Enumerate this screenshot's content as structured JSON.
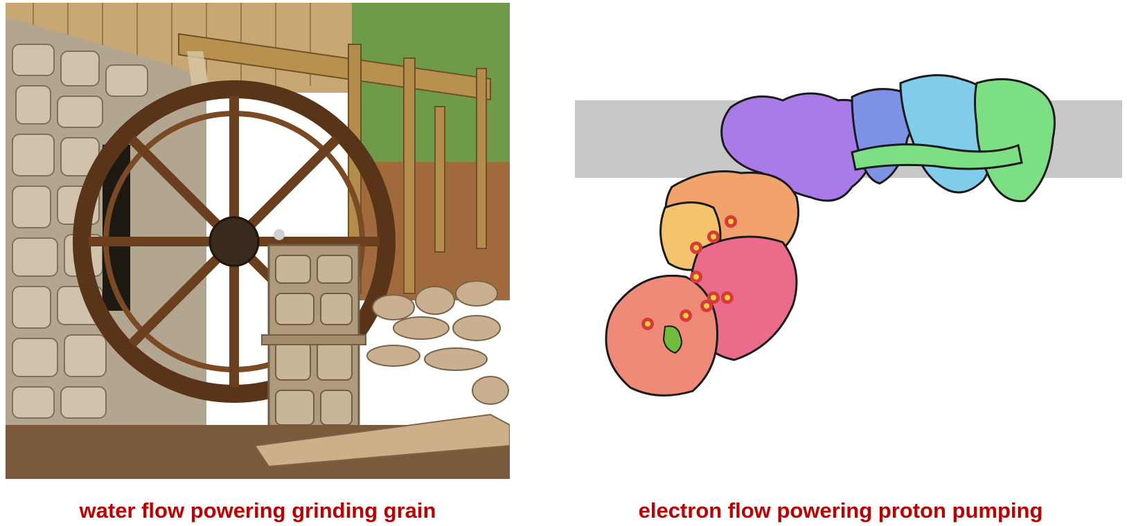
{
  "captions": {
    "left": "water flow powering grinding grain",
    "right": "electron flow powering proton pumping"
  },
  "colors": {
    "caption": "#c00000",
    "membrane_band": "#c8c8c8",
    "wood": "#6b3e1e",
    "stone": "#a89880",
    "protein_purple": "#a97be8",
    "protein_blue": "#7e93e6",
    "protein_cyan": "#7fcdeb",
    "protein_green": "#7ddf83",
    "protein_orange": "#f2a36b",
    "protein_yellow": "#f3c46b",
    "protein_pink": "#ea6b8a",
    "protein_salmon": "#ef8a78",
    "cluster_red": "#d83a3a",
    "cluster_yellow": "#f5d23b"
  },
  "images": {
    "left": "photo-waterwheel",
    "right": "protein-complex-illustration"
  }
}
